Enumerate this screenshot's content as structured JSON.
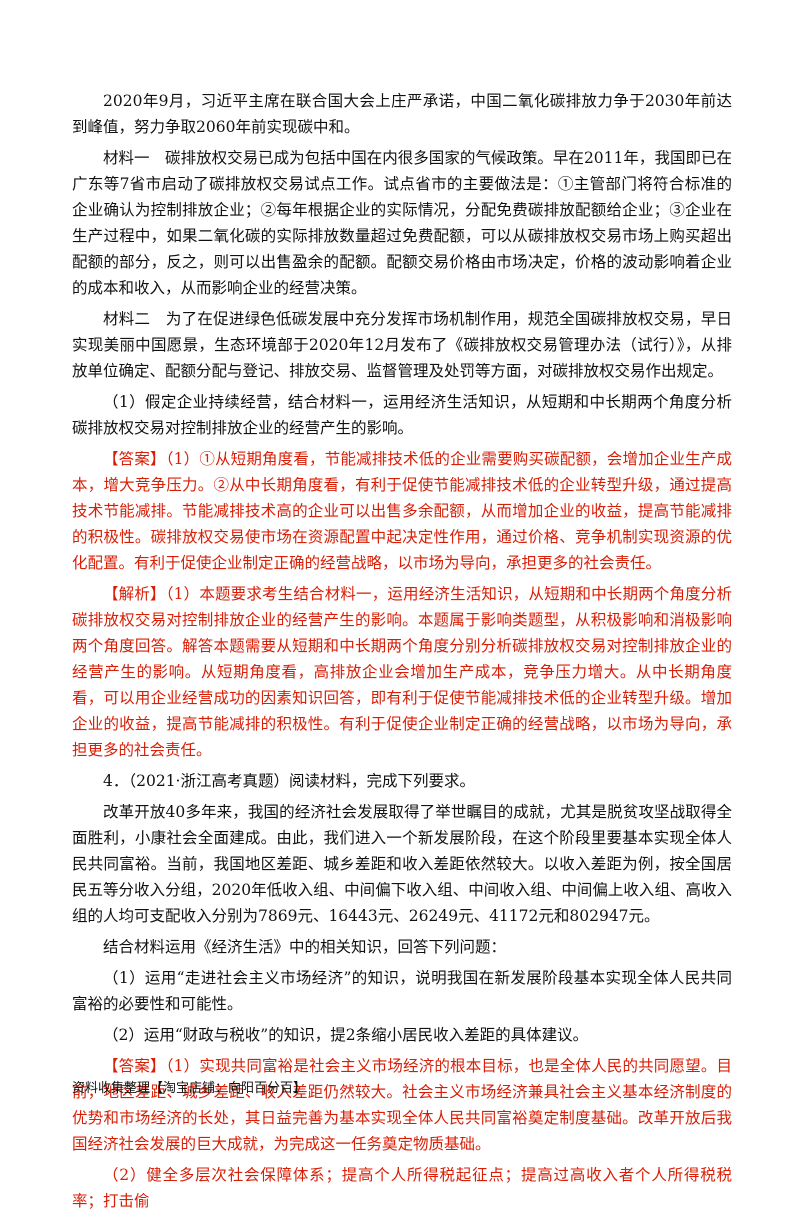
{
  "paragraphs": [
    {
      "text": "2020年9月，习近平主席在联合国大会上庄严承诺，中国二氧化碳排放力争于2030年前达到峰值，努力争取2060年前实现碳中和。",
      "red": false
    },
    {
      "text": "材料一　碳排放权交易已成为包括中国在内很多国家的气候政策。早在2011年，我国即已在广东等7省市启动了碳排放权交易试点工作。试点省市的主要做法是：①主管部门将符合标准的企业确认为控制排放企业；②每年根据企业的实际情况，分配免费碳排放配额给企业；③企业在生产过程中，如果二氧化碳的实际排放数量超过免费配额，可以从碳排放权交易市场上购买超出配额的部分，反之，则可以出售盈余的配额。配额交易价格由市场决定，价格的波动影响着企业的成本和收入，从而影响企业的经营决策。",
      "red": false
    },
    {
      "text": "材料二　为了在促进绿色低碳发展中充分发挥市场机制作用，规范全国碳排放权交易，早日实现美丽中国愿景，生态环境部于2020年12月发布了《碳排放权交易管理办法（试行）》，从排放单位确定、配额分配与登记、排放交易、监督管理及处罚等方面，对碳排放权交易作出规定。",
      "red": false
    },
    {
      "text": "（1）假定企业持续经营，结合材料一，运用经济生活知识，从短期和中长期两个角度分析碳排放权交易对控制排放企业的经营产生的影响。",
      "red": false
    },
    {
      "text": "【答案】（1）①从短期角度看，节能减排技术低的企业需要购买碳配额，会增加企业生产成本，增大竞争压力。②从中长期角度看，有利于促使节能减排技术低的企业转型升级，通过提高技术节能减排。节能减排技术高的企业可以出售多余配额，从而增加企业的收益，提高节能减排的积极性。碳排放权交易使市场在资源配置中起决定性作用，通过价格、竞争机制实现资源的优化配置。有利于促使企业制定正确的经营战略，以市场为导向，承担更多的社会责任。",
      "red": true
    },
    {
      "text": "【解析】（1）本题要求考生结合材料一，运用经济生活知识，从短期和中长期两个角度分析碳排放权交易对控制排放企业的经营产生的影响。本题属于影响类题型，从积极影响和消极影响两个角度回答。解答本题需要从短期和中长期两个角度分别分析碳排放权交易对控制排放企业的经营产生的影响。从短期角度看，高排放企业会增加生产成本，竞争压力增大。从中长期角度看，可以用企业经营成功的因素知识回答，即有利于促使节能减排技术低的企业转型升级。增加企业的收益，提高节能减排的积极性。有利于促使企业制定正确的经营战略，以市场为导向，承担更多的社会责任。",
      "red": true
    },
    {
      "text": "4．（2021·浙江高考真题）阅读材料，完成下列要求。",
      "red": false
    },
    {
      "text": "改革开放40多年来，我国的经济社会发展取得了举世瞩目的成就，尤其是脱贫攻坚战取得全面胜利，小康社会全面建成。由此，我们进入一个新发展阶段，在这个阶段里要基本实现全体人民共同富裕。当前，我国地区差距、城乡差距和收入差距依然较大。以收入差距为例，按全国居民五等分收入分组，2020年低收入组、中间偏下收入组、中间收入组、中间偏上收入组、高收入组的人均可支配收入分别为7869元、16443元、26249元、41172元和802947元。",
      "red": false
    },
    {
      "text": "结合材料运用《经济生活》中的相关知识，回答下列问题：",
      "red": false
    },
    {
      "text": "（1）运用“走进社会主义市场经济”的知识，说明我国在新发展阶段基本实现全体人民共同富裕的必要性和可能性。",
      "red": false
    },
    {
      "text": "（2）运用“财政与税收”的知识，提2条缩小居民收入差距的具体建议。",
      "red": false
    },
    {
      "text": "【答案】（1）实现共同富裕是社会主义市场经济的根本目标，也是全体人民的共同愿望。目前，地区差距、城乡差距、收入差距仍然较大。社会主义市场经济兼具社会主义基本经济制度的优势和市场经济的长处，其日益完善为基本实现全体人民共同富裕奠定制度基础。改革开放后我国经济社会发展的巨大成就，为完成这一任务奠定物质基础。",
      "red": true
    },
    {
      "text": "（2）健全多层次社会保障体系；提高个人所得税起征点；提高过高收入者个人所得税税率；打击偷",
      "red": true
    }
  ],
  "footer": "资料收集整理【淘宝店铺：向阳百分百】"
}
